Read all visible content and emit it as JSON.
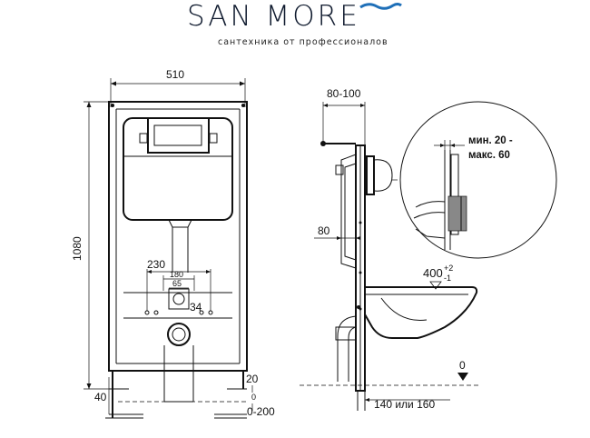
{
  "brand": {
    "name": "SAN MORE",
    "tagline": "сантехника от профессионалов",
    "accent_color": "#1e6fb8",
    "ink_color": "#0f1a2e"
  },
  "front_view": {
    "width_label": "510",
    "height_label": "1080",
    "pipe_spacing_label": "230",
    "inner_180_label": "180",
    "inner_65_label": "65",
    "offset_34_label": "34",
    "foot_height_label": "40",
    "adjust_20_label": "20",
    "zero_label": "0",
    "range_label": "0-200"
  },
  "side_view": {
    "depth_label": "80-100",
    "offset_80_label": "80",
    "clearance_label": "140 или 160",
    "bowl_height_label": "400",
    "tolerance_plus": "+2",
    "tolerance_minus": "-1",
    "floor_label": "0"
  },
  "detail": {
    "wall_thickness_line1": "мин. 20 -",
    "wall_thickness_line2": "макс. 60"
  }
}
